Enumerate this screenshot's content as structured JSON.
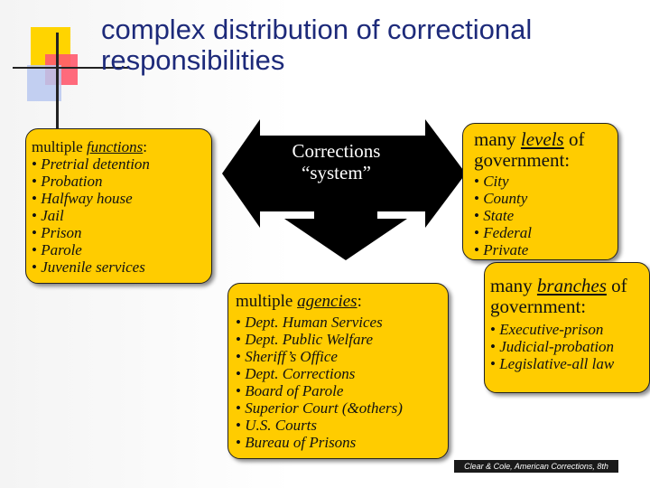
{
  "title": "complex distribution of correctional responsibilities",
  "center": {
    "line1": "Corrections",
    "line2": "“system”"
  },
  "functions": {
    "prefix": "multiple ",
    "keyword": "functions",
    "suffix": ":",
    "items": [
      "Pretrial detention",
      "Probation",
      "Halfway house",
      "Jail",
      "Prison",
      "Parole",
      "Juvenile services"
    ]
  },
  "agencies": {
    "prefix": "multiple ",
    "keyword": "agencies",
    "suffix": ":",
    "items": [
      "Dept. Human Services",
      "Dept. Public Welfare",
      "Sheriff’s Office",
      "Dept. Corrections",
      "Board of Parole",
      "Superior Court (&others)",
      "U.S. Courts",
      "Bureau of Prisons"
    ]
  },
  "levels": {
    "prefix": "many ",
    "keyword": "levels",
    "suffix": " of government:",
    "items": [
      "City",
      "County",
      "State",
      "Federal",
      "Private"
    ]
  },
  "branches": {
    "prefix": "many ",
    "keyword": "branches",
    "suffix": " of government:",
    "items": [
      "Executive-prison",
      "Judicial-probation",
      "Legislative-all law"
    ]
  },
  "credit": "Clear & Cole, American Corrections, 8th",
  "colors": {
    "box": "#ffcc00",
    "arrow": "#000000",
    "title": "#1d2a7a"
  }
}
